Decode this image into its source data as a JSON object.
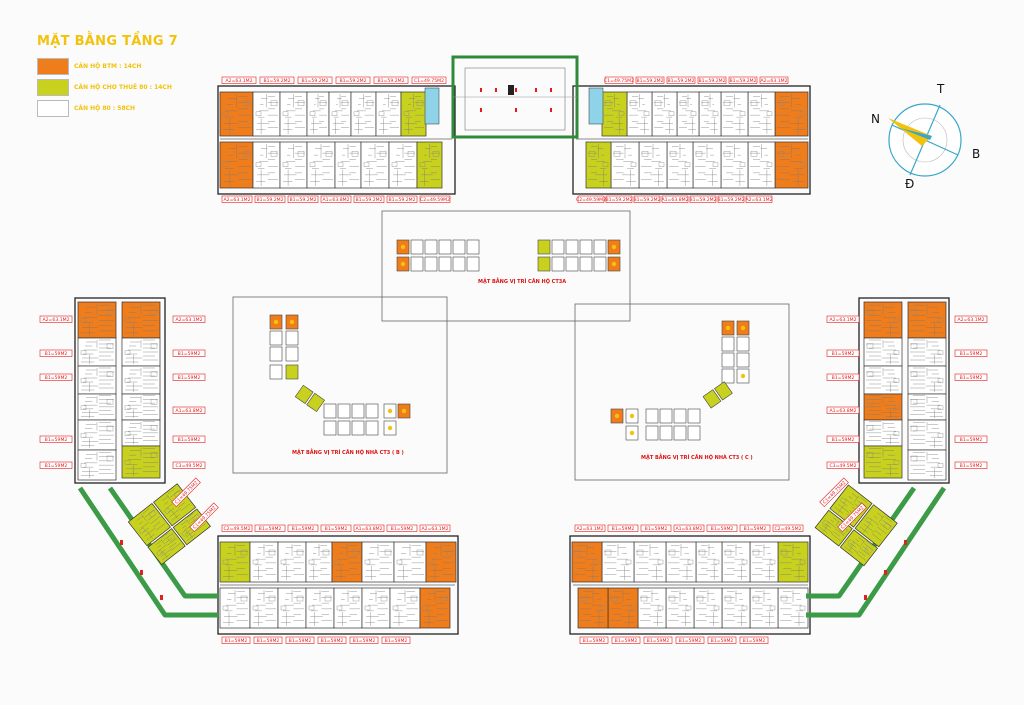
{
  "title": "MẶT BẰNG TẦNG 7",
  "legend": [
    {
      "label": "CĂN HỘ BTM : 14CH",
      "color": "#f07d1b"
    },
    {
      "label": "CĂN HỘ CHO THUÊ 80 : 14CH",
      "color": "#c8d21e"
    },
    {
      "label": "CĂN HỘ 80 : 58CH",
      "color": "#ffffff"
    }
  ],
  "insets": {
    "a": "MẶT BẰNG VỊ TRÍ CĂN HỘ CT3A",
    "b": "MẶT BẰNG VỊ TRÍ CĂN HỘ NHÀ CT3 ( B )",
    "c": "MẶT BẰNG VỊ TRÍ CĂN HỘ NHÀ CT3 ( C )"
  },
  "compass": {
    "n": "N",
    "t": "T",
    "b": "B",
    "d": "Đ"
  },
  "tags": {
    "top_left_upper": [
      "A2=63.1M2",
      "B1=59.2M2",
      "B1=59.2M2",
      "B1=59.2M2",
      "B1=59.2M2",
      "C1=49.75M2"
    ],
    "top_left_lower": [
      "A2=63.1M2",
      "B1=59.2M2",
      "B1=59.2M2",
      "A1=63.8M2",
      "B1=59.2M2",
      "B1=59.2M2",
      "C2=49.59M2"
    ],
    "top_right_upper": [
      "C1=49.75M2",
      "B1=59.2M2",
      "B1=59.2M2",
      "B1=59.2M2",
      "B1=59.2M2",
      "A2=63.1M2"
    ],
    "top_right_lower": [
      "C2=49.59M2",
      "B1=59.2M2",
      "B1=59.2M2",
      "A1=63.8M2",
      "B1=59.2M2",
      "B1=59.2M2",
      "A2=63.1M2"
    ],
    "left_wing_left": [
      "A2=63.1M2",
      "B1=59M2",
      "B1=59M2",
      "B1=59M2",
      "B1=59M2"
    ],
    "left_wing_right": [
      "A2=63.1M2",
      "B1=59M2",
      "B1=59M2",
      "A1=63.8M2",
      "B1=59M2",
      "C3=49.5M2"
    ],
    "right_wing_left": [
      "A2=63.1M2",
      "B1=59M2",
      "B1=59M2",
      "A1=63.8M2",
      "B1=59M2",
      "C3=49.5M2"
    ],
    "right_wing_right": [
      "A2=63.1M2",
      "B1=59M2",
      "B1=59M2",
      "B1=59M2",
      "B1=59M2"
    ],
    "bottom_left_upper": [
      "C2=49.5M2",
      "B1=59M2",
      "B1=59M2",
      "B1=59M2",
      "A1=63.8M2",
      "B1=59M2",
      "A2=63.1M2"
    ],
    "bottom_left_lower": [
      "B1=59M2",
      "B1=59M2",
      "B1=59M2",
      "B1=59M2",
      "B1=59M2",
      "B1=59M2"
    ],
    "bottom_right_upper": [
      "A2=63.1M2",
      "B1=59M2",
      "B1=59M2",
      "A1=63.8M2",
      "B1=59M2",
      "B1=59M2",
      "C2=49.5M2"
    ],
    "bottom_right_lower": [
      "B1=59M2",
      "B1=59M2",
      "B1=59M2",
      "B1=59M2",
      "B1=59M2",
      "B1=59M2"
    ],
    "diag_left": [
      "C1=49.75M2",
      "C1=49.75M2"
    ],
    "diag_right": [
      "C1=49.75M2",
      "C1=49.75M2"
    ]
  }
}
